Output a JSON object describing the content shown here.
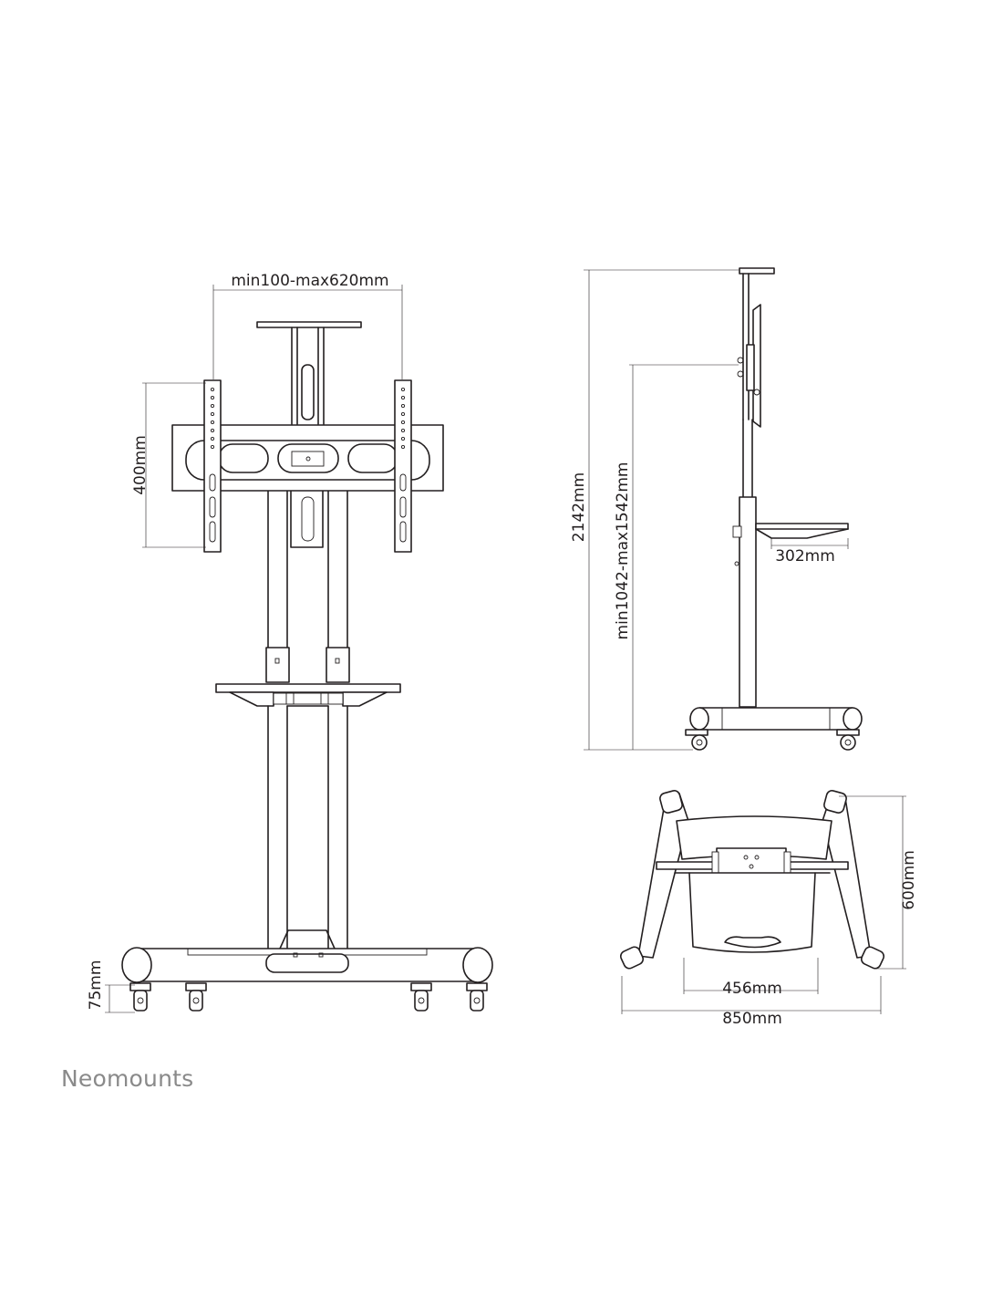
{
  "brand": {
    "logo_text": "Neomounts",
    "logo_color": "#8a8a8a"
  },
  "line_color": "#231f20",
  "dimensions": {
    "vesa_width": "min100-max620mm",
    "vesa_height": "400mm",
    "wheel_height": "75mm",
    "total_height": "2142mm",
    "mount_height_range": "min1042-max1542mm",
    "shelf_depth": "302mm",
    "base_depth": "600mm",
    "inner_width": "456mm",
    "base_width": "850mm"
  },
  "views": [
    "front-view",
    "side-view",
    "top-view"
  ]
}
